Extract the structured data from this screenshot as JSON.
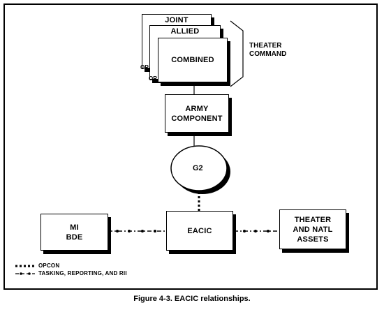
{
  "diagram": {
    "nodes": {
      "joint": "JOINT",
      "allied": "ALLIED",
      "combined": "COMBINED",
      "theater_command": "THEATER\nCOMMAND",
      "or_1": "OR",
      "or_2": "OR",
      "army_component": "ARMY\nCOMPONENT",
      "g2": "G2",
      "eacic": "EACIC",
      "mi_bde": "MI\nBDE",
      "theater_assets": "THEATER\nAND NATL\nASSETS"
    },
    "legend": {
      "opcon": "OPCON",
      "tasking": "TASKING, REPORTING, AND RII"
    }
  },
  "caption": "Figure 4-3.  EACIC relationships."
}
